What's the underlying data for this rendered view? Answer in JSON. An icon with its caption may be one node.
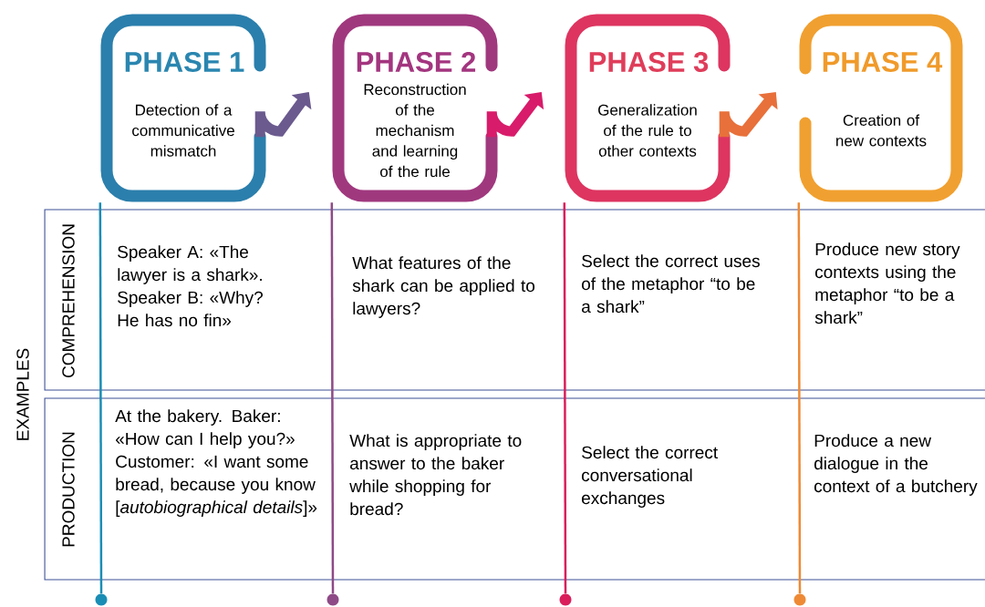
{
  "diagram": {
    "nodes": [
      {
        "text": [
          "PHASE 1",
          "Detection of a communicative mismatch"
        ]
      },
      {
        "text": [
          "PHASE 2",
          "Reconstruction of the mechanism and learning of the rule"
        ]
      },
      {
        "text": [
          "PHASE 3",
          "Generalization of the rule to other contexts"
        ]
      },
      {
        "text": [
          "PHASE 4",
          "Creation of new contexts"
        ]
      },
      {
        "text": [],
        "shape": "circle"
      },
      {
        "text": [],
        "shape": "circle"
      },
      {
        "text": [],
        "shape": "circle"
      },
      {
        "text": [],
        "shape": "circle"
      }
    ],
    "edges": [
      {
        "from": 0,
        "to": 1,
        "arrow": "to",
        "style": "thick",
        "color": "#6a5a8e"
      },
      {
        "from": 1,
        "to": 2,
        "arrow": "to",
        "style": "thick",
        "color": "#d81b6a"
      },
      {
        "from": 2,
        "to": 3,
        "arrow": "to",
        "style": "thick",
        "color": "#e8703a"
      },
      {
        "from": 0,
        "to": 4,
        "arrow": "none",
        "color": "#1a8db5"
      },
      {
        "from": 1,
        "to": 5,
        "arrow": "none",
        "color": "#8e4a86"
      },
      {
        "from": 2,
        "to": 6,
        "arrow": "none",
        "color": "#d91e5b"
      },
      {
        "from": 3,
        "to": 7,
        "arrow": "none",
        "color": "#ee8a35"
      }
    ],
    "labels": [
      "EXAMPLES",
      "COMPREHENSION",
      "Speaker A: «The lawyer is a shark». Speaker B: «Why? He has no fin»",
      "What features of the shark can be applied to lawyers?",
      "Select the correct uses of the metaphor “to be a shark”",
      "Produce new story contexts using the metaphor “to be a shark”",
      "PRODUCTION",
      "At the bakery. Baker: «How can I help you?» Customer: «I want some bread, because you know [*autobiographical details*]»",
      "What is appropriate to answer to the baker while shopping for bread?",
      "Select the correct conversational exchanges",
      "Produce a new dialogue in the context of a butchery"
    ]
  }
}
